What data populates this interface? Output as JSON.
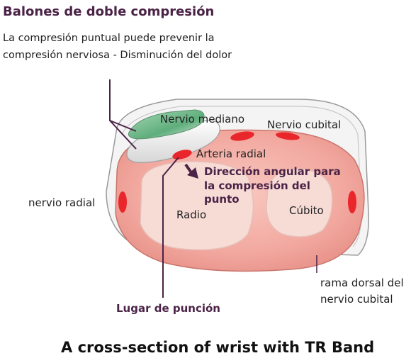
{
  "title": "Balones de doble compresión",
  "subtitle": "La compresión puntual puede prevenir la compresión nerviosa - Disminución del dolor",
  "labels": {
    "nervio_mediano": "Nervio mediano",
    "nervio_cubital": "Nervio cubital",
    "arteria_radial": "Arteria radial",
    "direccion": "Dirección angular para la compresión del punto",
    "nervio_radial": "nervio radial",
    "radio": "Radio",
    "cubito": "Cúbito",
    "rama_dorsal": "rama dorsal del nervio cubital",
    "lugar_puncion": "Lugar de punción"
  },
  "caption": "A cross-section of wrist with TR Band",
  "colors": {
    "title_purple": "#4a2346",
    "tissue_pink": "#f2a89f",
    "bone_light": "#f7dcd6",
    "nerve_red": "#e8262b",
    "balloon_green": "#7fbf95"
  }
}
